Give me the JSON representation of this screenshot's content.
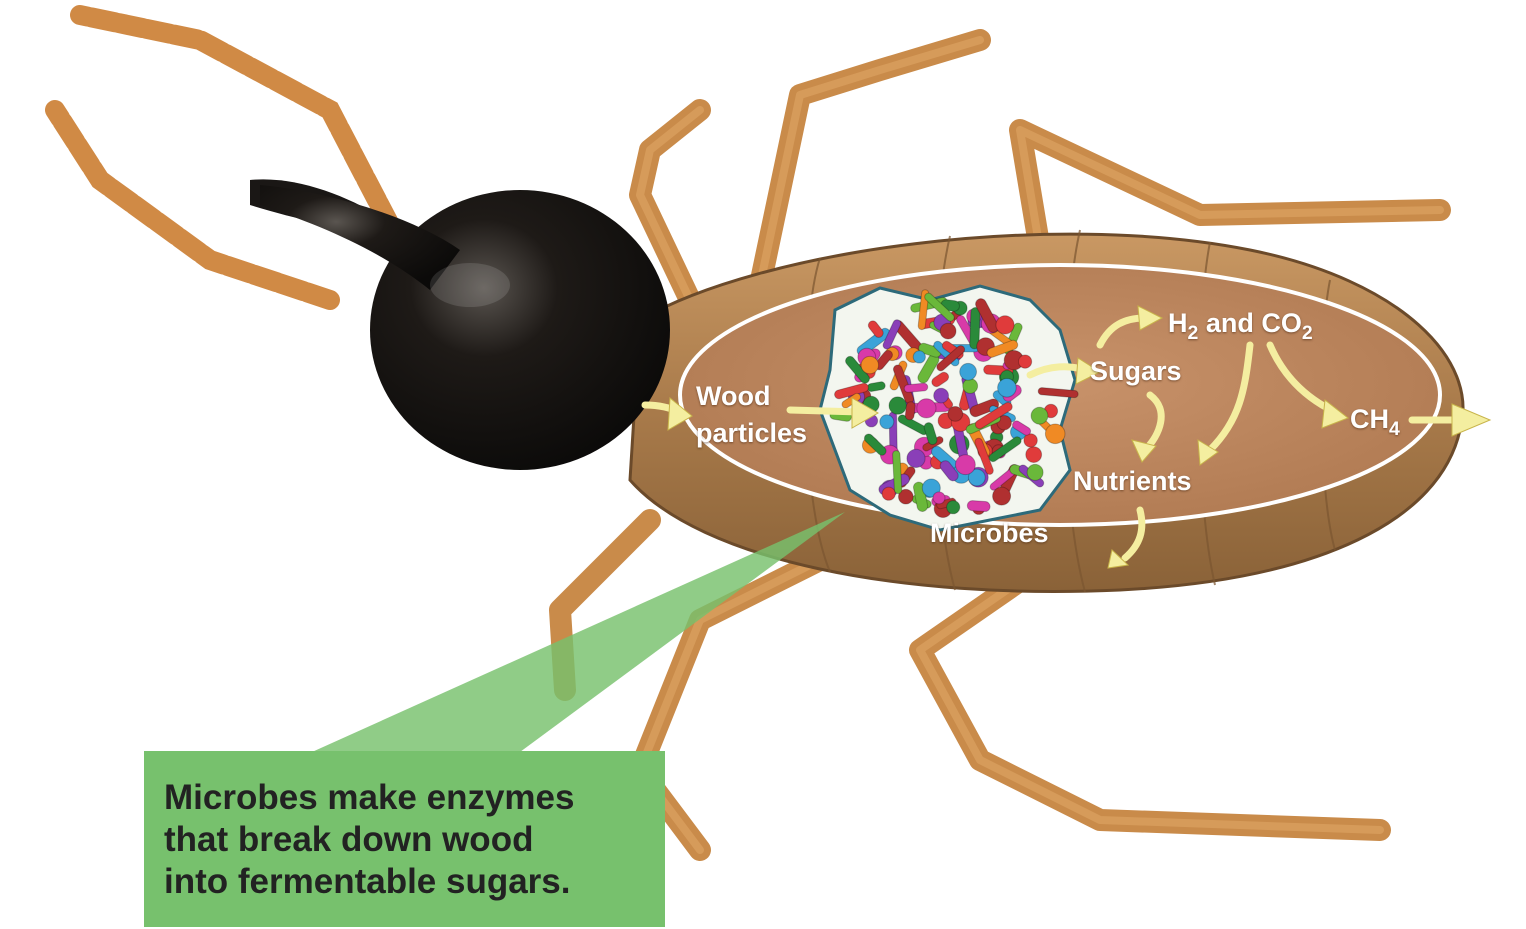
{
  "labels": {
    "wood_particles": [
      "Wood",
      "particles"
    ],
    "sugars": "Sugars",
    "h2_and_co2": {
      "h": "H",
      "sub1": "2",
      "mid": " and CO",
      "sub2": "2"
    },
    "ch4": {
      "main": "CH",
      "sub": "4"
    },
    "nutrients": "Nutrients",
    "microbes": "Microbes"
  },
  "callout": {
    "lines": [
      "Microbes make enzymes",
      "that break down wood",
      "into fermentable sugars."
    ]
  },
  "colors": {
    "gut_fill": "#c08a62",
    "arrow_fill": "#f4eea0",
    "callout_fill": "#77c16d",
    "callout_text": "#222222",
    "termite_body": "#c98c4c",
    "termite_head": "#151210"
  },
  "microbe_colors": [
    "#e03b3b",
    "#f08a24",
    "#2a8a3a",
    "#8a3fb8",
    "#3aa3d8",
    "#d83aa8",
    "#6ab83a",
    "#b03030"
  ]
}
